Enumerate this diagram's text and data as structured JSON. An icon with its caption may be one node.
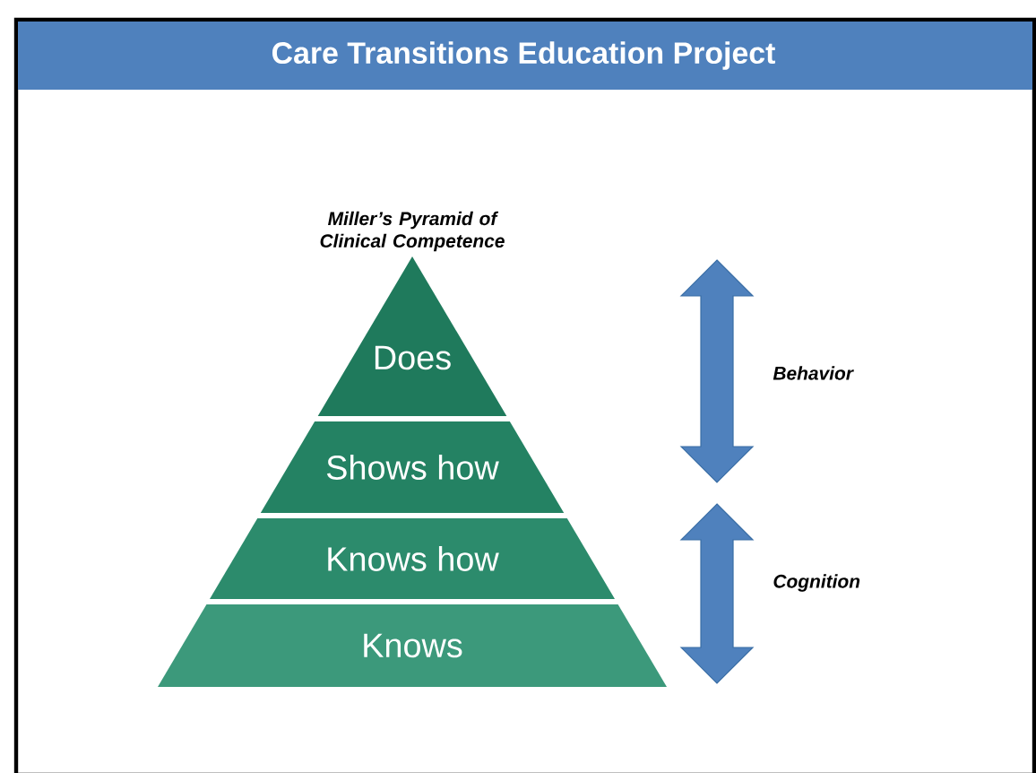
{
  "diagram": {
    "title": "Care Transitions Education Project",
    "nodes": [
      {
        "text": [
          "Does"
        ]
      },
      {
        "text": [
          "Shows how"
        ]
      },
      {
        "text": [
          "Knows how"
        ]
      },
      {
        "text": [
          "Knows"
        ]
      }
    ],
    "labels": [
      "Miller’s Pyramid of Clinical Competence",
      "Behavior",
      "Cognition"
    ]
  }
}
